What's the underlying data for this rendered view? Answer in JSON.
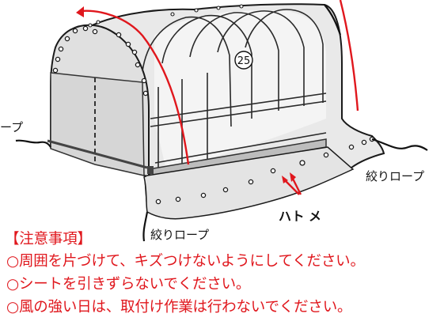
{
  "diagram": {
    "labels": {
      "part_number": "25",
      "rope_left": "ープ",
      "rope_right": "絞りロープ",
      "rope_bottom": "絞りロープ",
      "grommet": "ハト メ"
    }
  },
  "notes": {
    "heading": "【注意事項】",
    "items": [
      "○周囲を片づけて、キズつけないようにしてください。",
      "○シートを引きずらないでください。",
      "○風の強い日は、取付け作業は行わないでください。"
    ]
  },
  "colors": {
    "accent": "#e0171d",
    "sheet": "#e9e9e9",
    "outline": "#1a1a1a"
  }
}
